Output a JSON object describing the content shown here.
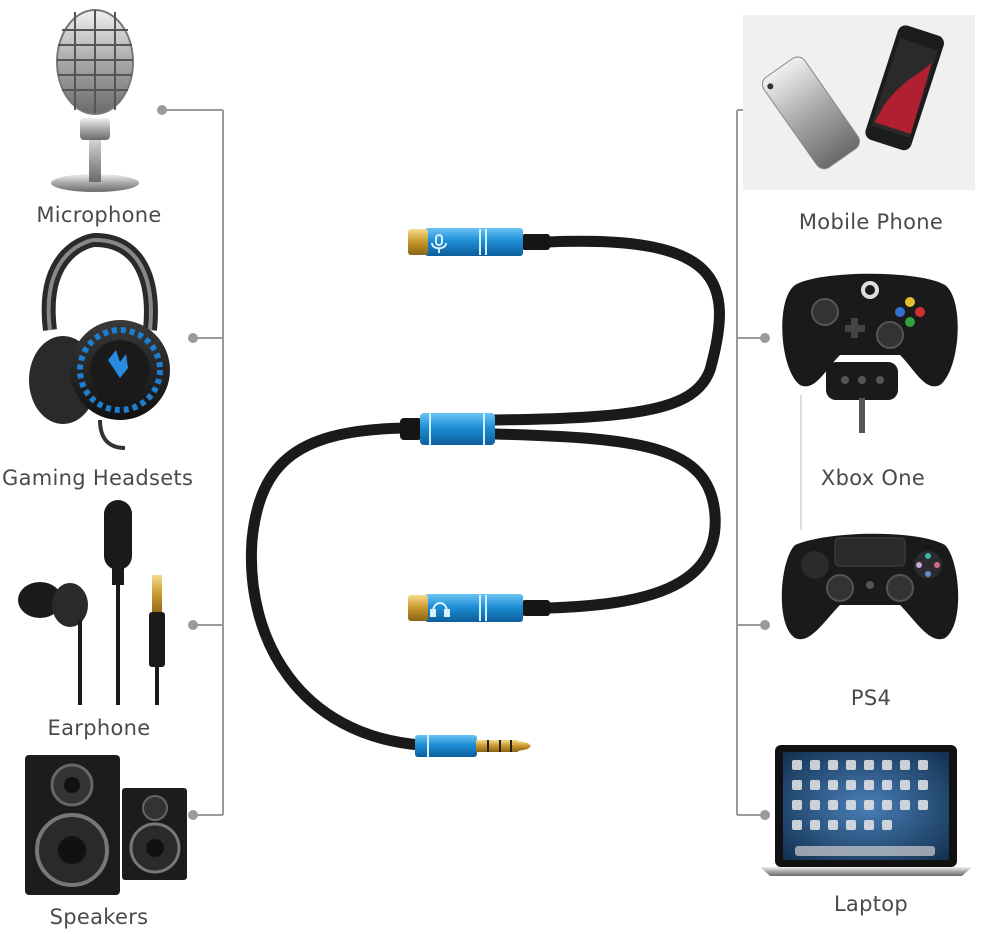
{
  "left_devices": [
    {
      "label": "Microphone",
      "icon": "microphone-icon"
    },
    {
      "label": "Gaming Headsets",
      "icon": "headset-icon"
    },
    {
      "label": "Earphone",
      "icon": "earphone-icon"
    },
    {
      "label": "Speakers",
      "icon": "speakers-icon"
    }
  ],
  "right_devices": [
    {
      "label": "Mobile Phone",
      "icon": "mobile-phone-icon"
    },
    {
      "label": "Xbox One",
      "icon": "xbox-controller-icon"
    },
    {
      "label": "PS4",
      "icon": "ps4-controller-icon"
    },
    {
      "label": "Laptop",
      "icon": "laptop-icon"
    }
  ],
  "cable": {
    "plug_text": "",
    "color_connector": "#1e8fd6",
    "color_cable": "#1a1a1a",
    "color_gold": "#d4a63a"
  },
  "colors": {
    "connector_line": "#9a9a9a",
    "label_text": "#4a4a4a"
  }
}
